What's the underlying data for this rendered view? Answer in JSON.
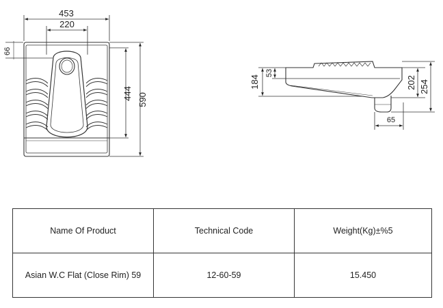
{
  "dimensions": {
    "top_width": "453",
    "inner_width": "220",
    "left_offset": "66",
    "inner_height": "444",
    "total_height": "590",
    "side_rim": "53",
    "side_height": "184",
    "side_outlet_height": "202",
    "side_total_height": "254",
    "outlet_width": "65"
  },
  "table": {
    "headers": [
      "Name Of Product",
      "Technical Code",
      "Weight(Kg)±%5"
    ],
    "row": [
      "Asian W.C Flat (Close Rim) 59",
      "12-60-59",
      "15.450"
    ]
  }
}
